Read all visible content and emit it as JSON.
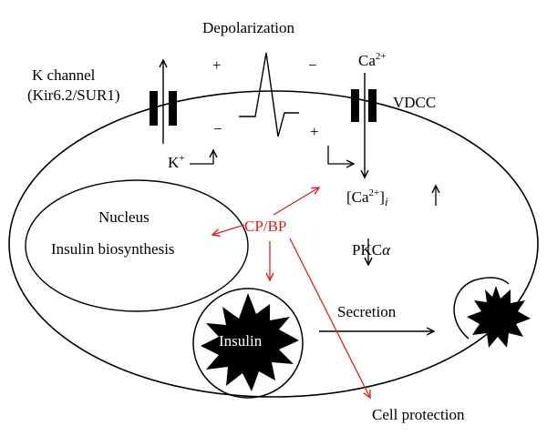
{
  "labels": {
    "depolarization": "Depolarization",
    "k_channel_line1": "K channel",
    "k_channel_line2": "(Kir6.2/SUR1)",
    "plus_left": "+",
    "minus_left": "−",
    "minus_right": "−",
    "plus_right": "+",
    "ca_base": "Ca",
    "ca_sup": "2+",
    "vdcc": "VDCC",
    "k_base": "K",
    "k_sup": "+",
    "cai_open": "[Ca",
    "cai_sup": "2+",
    "cai_close": "]",
    "cai_sub": "i",
    "cai_arrow": "↑",
    "nucleus": "Nucleus",
    "insulin_biosynthesis": "Insulin biosynthesis",
    "cpbp": "CP/BP",
    "pkc_base": "PKC",
    "pkc_alpha": "α",
    "secretion": "Secretion",
    "insulin": "Insulin",
    "cell_protection": "Cell protection"
  },
  "colors": {
    "black": "#000000",
    "red": "#e0201b",
    "white": "#ffffff"
  }
}
